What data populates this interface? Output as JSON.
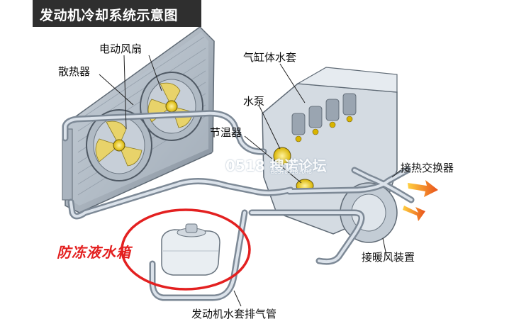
{
  "title": "发动机冷却系统示意图",
  "labels": {
    "fan": "电动风扇",
    "radiator": "散热器",
    "jacket": "气缸体水套",
    "pump": "水泵",
    "thermostat": "节温器",
    "heat_exchanger": "接热交换器",
    "heater": "接暖风装置",
    "tank": "防冻液水箱",
    "vent_pipe": "发动机水套排气管"
  },
  "watermark": {
    "main": "0518 搜诺论坛",
    "sub": "BBS.0518.ORG"
  },
  "colors": {
    "title_bg": "#2f2f2f",
    "highlight": "#e32020",
    "pipe": "#c9d2dc",
    "arrow_hot": "#f07020"
  }
}
